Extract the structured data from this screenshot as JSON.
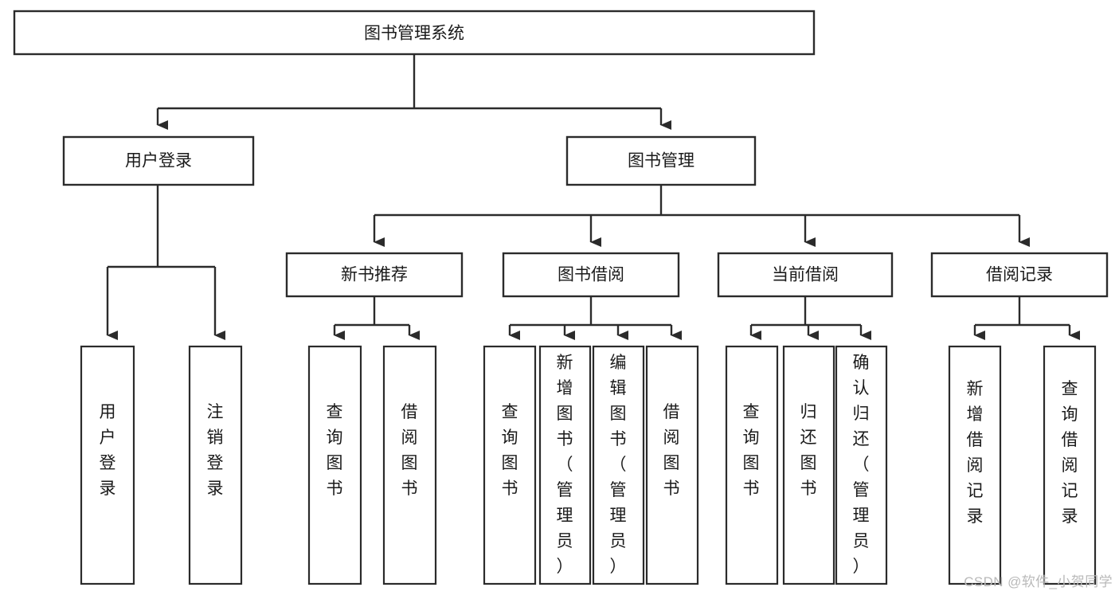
{
  "diagram": {
    "type": "tree-hierarchy",
    "title": "图书管理系统",
    "orientation": "top-down",
    "colors": {
      "box_stroke": "#2b2b2b",
      "box_fill": "#ffffff",
      "text": "#1a1a1a",
      "background": "#ffffff",
      "watermark": "#b9b9b9"
    },
    "levels": {
      "level1": [
        {
          "id": "root",
          "label": "图书管理系统"
        }
      ],
      "level2": [
        {
          "id": "user-login",
          "label": "用户登录",
          "parent": "root"
        },
        {
          "id": "book-manage",
          "label": "图书管理",
          "parent": "root"
        }
      ],
      "level3": [
        {
          "id": "new-book-rec",
          "label": "新书推荐",
          "parent": "book-manage"
        },
        {
          "id": "book-borrow",
          "label": "图书借阅",
          "parent": "book-manage"
        },
        {
          "id": "current-borrow",
          "label": "当前借阅",
          "parent": "book-manage"
        },
        {
          "id": "borrow-record",
          "label": "借阅记录",
          "parent": "book-manage"
        }
      ],
      "leaves": [
        {
          "id": "leaf-user-login",
          "label": "用户登录",
          "parent": "user-login"
        },
        {
          "id": "leaf-user-logout",
          "label": "注销登录",
          "parent": "user-login"
        },
        {
          "id": "leaf-query-book-1",
          "label": "查询图书",
          "parent": "new-book-rec"
        },
        {
          "id": "leaf-borrow-book-1",
          "label": "借阅图书",
          "parent": "new-book-rec"
        },
        {
          "id": "leaf-query-book-2",
          "label": "查询图书",
          "parent": "book-borrow"
        },
        {
          "id": "leaf-add-book",
          "label": "新增图书（管理员）",
          "parent": "book-borrow"
        },
        {
          "id": "leaf-edit-book",
          "label": "编辑图书（管理员）",
          "parent": "book-borrow"
        },
        {
          "id": "leaf-borrow-book-2",
          "label": "借阅图书",
          "parent": "book-borrow"
        },
        {
          "id": "leaf-query-book-3",
          "label": "查询图书",
          "parent": "current-borrow"
        },
        {
          "id": "leaf-return-book",
          "label": "归还图书",
          "parent": "current-borrow"
        },
        {
          "id": "leaf-confirm-return",
          "label": "确认归还（管理员）",
          "parent": "current-borrow"
        },
        {
          "id": "leaf-add-record",
          "label": "新增借阅记录",
          "parent": "borrow-record"
        },
        {
          "id": "leaf-query-record",
          "label": "查询借阅记录",
          "parent": "borrow-record"
        }
      ]
    }
  },
  "watermark": {
    "text": "CSDN @软件_小贺同学"
  }
}
